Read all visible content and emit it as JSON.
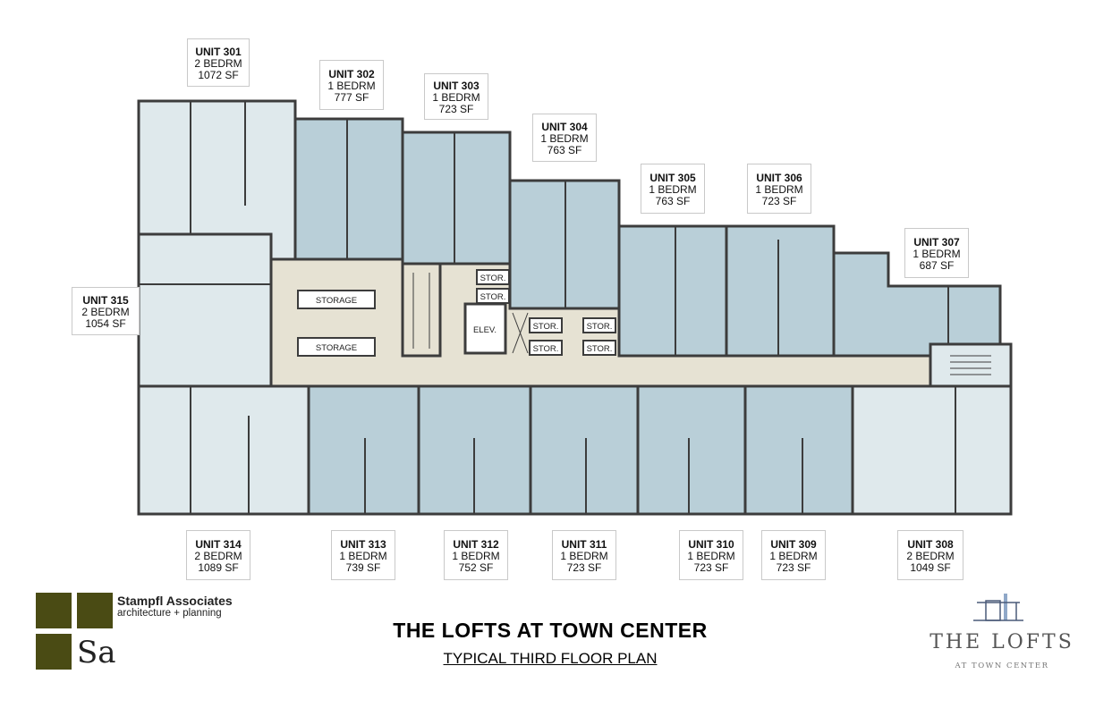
{
  "units": [
    {
      "id": "301",
      "name": "UNIT 301",
      "beds": "2 BEDRM",
      "sf": "1072 SF"
    },
    {
      "id": "302",
      "name": "UNIT 302",
      "beds": "1 BEDRM",
      "sf": "777 SF"
    },
    {
      "id": "303",
      "name": "UNIT 303",
      "beds": "1 BEDRM",
      "sf": "723 SF"
    },
    {
      "id": "304",
      "name": "UNIT 304",
      "beds": "1 BEDRM",
      "sf": "763 SF"
    },
    {
      "id": "305",
      "name": "UNIT 305",
      "beds": "1 BEDRM",
      "sf": "763 SF"
    },
    {
      "id": "306",
      "name": "UNIT 306",
      "beds": "1 BEDRM",
      "sf": "723 SF"
    },
    {
      "id": "307",
      "name": "UNIT 307",
      "beds": "1 BEDRM",
      "sf": "687 SF"
    },
    {
      "id": "308",
      "name": "UNIT 308",
      "beds": "2 BEDRM",
      "sf": "1049 SF"
    },
    {
      "id": "309",
      "name": "UNIT 309",
      "beds": "1 BEDRM",
      "sf": "723 SF"
    },
    {
      "id": "310",
      "name": "UNIT 310",
      "beds": "1 BEDRM",
      "sf": "723 SF"
    },
    {
      "id": "311",
      "name": "UNIT 311",
      "beds": "1 BEDRM",
      "sf": "723 SF"
    },
    {
      "id": "312",
      "name": "UNIT 312",
      "beds": "1 BEDRM",
      "sf": "752 SF"
    },
    {
      "id": "313",
      "name": "UNIT 313",
      "beds": "1 BEDRM",
      "sf": "739 SF"
    },
    {
      "id": "314",
      "name": "UNIT 314",
      "beds": "2 BEDRM",
      "sf": "1089 SF"
    },
    {
      "id": "315",
      "name": "UNIT 315",
      "beds": "2 BEDRM",
      "sf": "1054 SF"
    }
  ],
  "common": {
    "storage": "STORAGE",
    "stor": "STOR.",
    "elev": "ELEV."
  },
  "title": {
    "main": "THE LOFTS AT TOWN CENTER",
    "sub": "TYPICAL THIRD FLOOR PLAN"
  },
  "firm": {
    "name": "Stampfl Associates",
    "tagline": "architecture + planning",
    "monogram": "Sa"
  },
  "brand": {
    "name": "THE LOFTS",
    "sub": "AT TOWN CENTER"
  },
  "colors": {
    "one_bedroom": "#b9cfd8",
    "two_bedroom": "#dfe9ec",
    "corridor": "#e6e2d3",
    "wall": "#3c3c3c",
    "firm_logo": "#4a4b14"
  }
}
